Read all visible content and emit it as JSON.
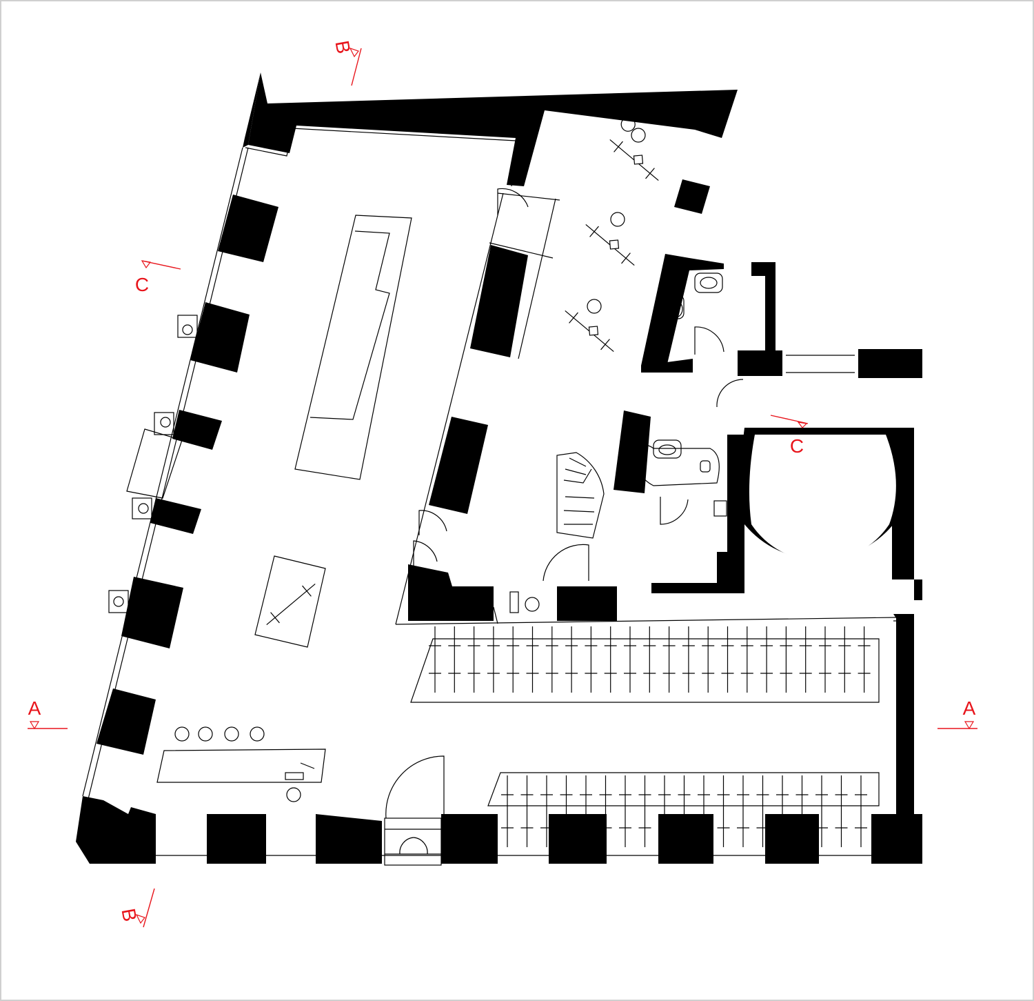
{
  "section_labels": {
    "a_left": "A",
    "a_right": "A",
    "b_top": "B",
    "b_bottom": "B",
    "c_left": "C",
    "c_right": "C"
  },
  "colors": {
    "wall": "#000000",
    "section_mark": "#e8141b",
    "background": "#ffffff"
  },
  "bike_rack_top": {
    "bike_count": 23
  },
  "bike_rack_bottom": {
    "bike_count": 19
  },
  "showroom_bikes": 3,
  "stools": 4
}
